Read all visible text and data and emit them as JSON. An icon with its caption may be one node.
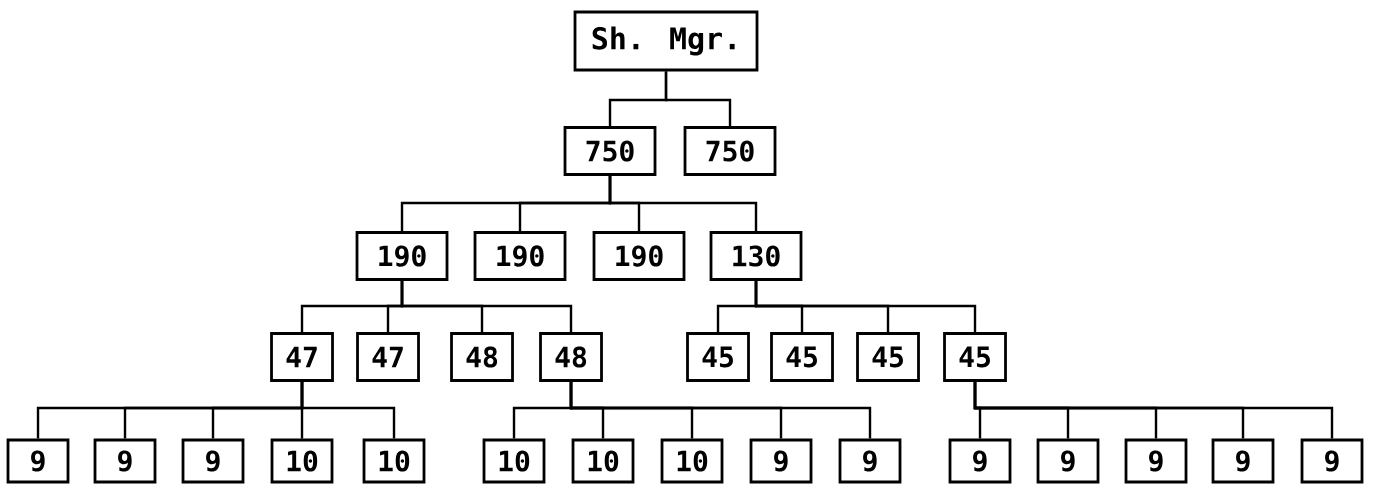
{
  "diagram": {
    "nodes": [
      {
        "text": [
          "Sh. Mgr."
        ]
      },
      {
        "text": [
          "750"
        ]
      },
      {
        "text": [
          "750"
        ]
      },
      {
        "text": [
          "190"
        ]
      },
      {
        "text": [
          "190"
        ]
      },
      {
        "text": [
          "190"
        ]
      },
      {
        "text": [
          "130"
        ]
      },
      {
        "text": [
          "47"
        ]
      },
      {
        "text": [
          "47"
        ]
      },
      {
        "text": [
          "48"
        ]
      },
      {
        "text": [
          "48"
        ]
      },
      {
        "text": [
          "45"
        ]
      },
      {
        "text": [
          "45"
        ]
      },
      {
        "text": [
          "45"
        ]
      },
      {
        "text": [
          "45"
        ]
      },
      {
        "text": [
          "9"
        ]
      },
      {
        "text": [
          "9"
        ]
      },
      {
        "text": [
          "9"
        ]
      },
      {
        "text": [
          "10"
        ]
      },
      {
        "text": [
          "10"
        ]
      },
      {
        "text": [
          "10"
        ]
      },
      {
        "text": [
          "10"
        ]
      },
      {
        "text": [
          "10"
        ]
      },
      {
        "text": [
          "9"
        ]
      },
      {
        "text": [
          "9"
        ]
      },
      {
        "text": [
          "9"
        ]
      },
      {
        "text": [
          "9"
        ]
      },
      {
        "text": [
          "9"
        ]
      },
      {
        "text": [
          "9"
        ]
      },
      {
        "text": [
          "9"
        ]
      }
    ],
    "edges": [
      {
        "from": 0,
        "to": 1,
        "arrow": "none"
      },
      {
        "from": 0,
        "to": 2,
        "arrow": "none"
      },
      {
        "from": 1,
        "to": 3,
        "arrow": "none"
      },
      {
        "from": 1,
        "to": 4,
        "arrow": "none"
      },
      {
        "from": 1,
        "to": 5,
        "arrow": "none"
      },
      {
        "from": 1,
        "to": 6,
        "arrow": "none"
      },
      {
        "from": 3,
        "to": 7,
        "arrow": "none"
      },
      {
        "from": 3,
        "to": 8,
        "arrow": "none"
      },
      {
        "from": 3,
        "to": 9,
        "arrow": "none"
      },
      {
        "from": 3,
        "to": 10,
        "arrow": "none"
      },
      {
        "from": 6,
        "to": 11,
        "arrow": "none"
      },
      {
        "from": 6,
        "to": 12,
        "arrow": "none"
      },
      {
        "from": 6,
        "to": 13,
        "arrow": "none"
      },
      {
        "from": 6,
        "to": 14,
        "arrow": "none"
      },
      {
        "from": 7,
        "to": 15,
        "arrow": "none"
      },
      {
        "from": 7,
        "to": 16,
        "arrow": "none"
      },
      {
        "from": 7,
        "to": 17,
        "arrow": "none"
      },
      {
        "from": 7,
        "to": 18,
        "arrow": "none"
      },
      {
        "from": 7,
        "to": 19,
        "arrow": "none"
      },
      {
        "from": 10,
        "to": 20,
        "arrow": "none"
      },
      {
        "from": 10,
        "to": 21,
        "arrow": "none"
      },
      {
        "from": 10,
        "to": 22,
        "arrow": "none"
      },
      {
        "from": 10,
        "to": 23,
        "arrow": "none"
      },
      {
        "from": 10,
        "to": 24,
        "arrow": "none"
      },
      {
        "from": 14,
        "to": 25,
        "arrow": "none"
      },
      {
        "from": 14,
        "to": 26,
        "arrow": "none"
      },
      {
        "from": 14,
        "to": 27,
        "arrow": "none"
      },
      {
        "from": 14,
        "to": 28,
        "arrow": "none"
      },
      {
        "from": 14,
        "to": 29,
        "arrow": "none"
      }
    ]
  }
}
